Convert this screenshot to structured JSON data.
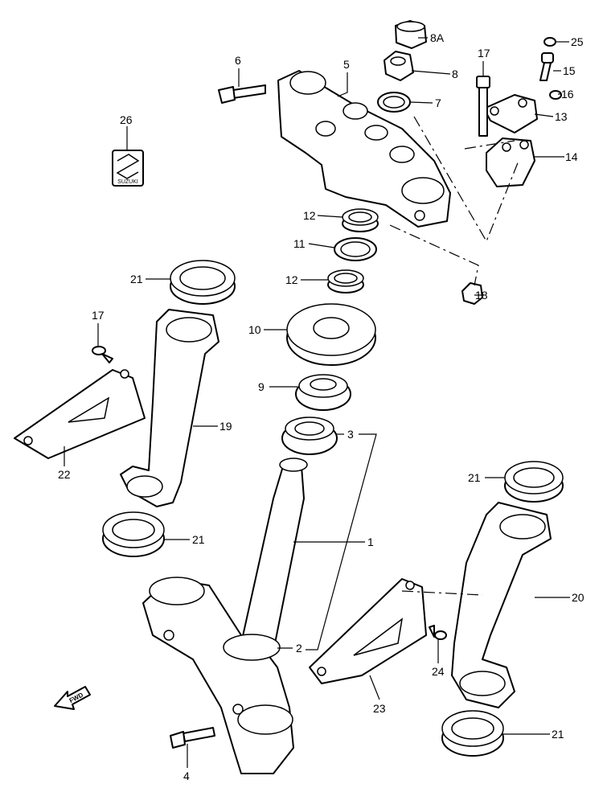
{
  "diagram": {
    "callouts": [
      "8A",
      "25",
      "6",
      "5",
      "17",
      "15",
      "8",
      "16",
      "7",
      "13",
      "26",
      "14",
      "12",
      "11",
      "12",
      "21",
      "18",
      "17",
      "10",
      "9",
      "19",
      "3",
      "22",
      "21",
      "21",
      "1",
      "20",
      "2",
      "24",
      "23",
      "21",
      "4"
    ],
    "logo_text": "SUZUKI",
    "fwd_text": "FWD"
  }
}
